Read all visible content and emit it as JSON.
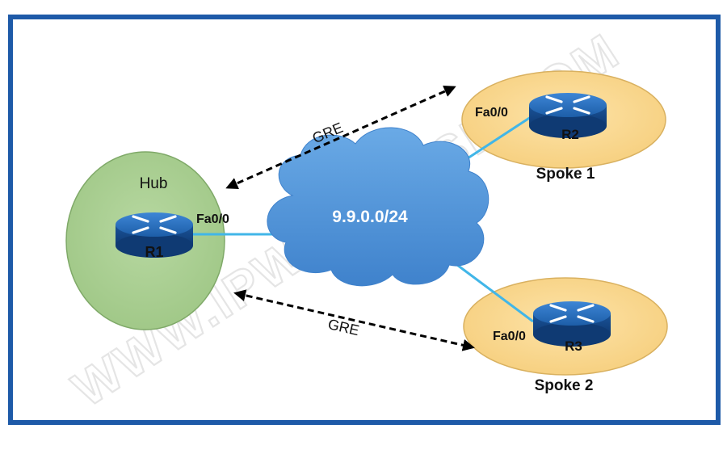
{
  "watermark": "WWW.IPWITHEASE.COM",
  "hub": {
    "title": "Hub",
    "router": "R1",
    "interface": "Fa0/0"
  },
  "cloud": {
    "network": "9.9.0.0/24"
  },
  "spokes": [
    {
      "title": "Spoke 1",
      "router": "R2",
      "interface": "Fa0/0"
    },
    {
      "title": "Spoke 2",
      "router": "R3",
      "interface": "Fa0/0"
    }
  ],
  "tunnels": [
    {
      "label": "GRE",
      "from": "R1",
      "to": "R2"
    },
    {
      "label": "GRE",
      "from": "R1",
      "to": "R3"
    }
  ],
  "colors": {
    "frame": "#1e5aa8",
    "hub_zone": "#a9cf8f",
    "spoke_zone": "#f9d68e",
    "cloud": "#4f93d8",
    "link": "#41b6e8",
    "router": "#1f5fa6"
  }
}
